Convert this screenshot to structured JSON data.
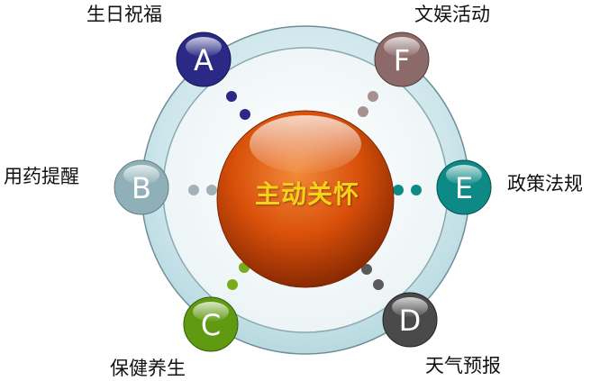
{
  "center": {
    "label": "主动关怀",
    "color": "#d9500a"
  },
  "nodes": [
    {
      "id": "A",
      "letter": "A",
      "label": "生日祝福",
      "color": "#2a2a86"
    },
    {
      "id": "B",
      "letter": "B",
      "label": "用药提醒",
      "color": "#8fb0b8"
    },
    {
      "id": "C",
      "letter": "C",
      "label": "保健养生",
      "color": "#5f9a10"
    },
    {
      "id": "D",
      "letter": "D",
      "label": "天气预报",
      "color": "#4a4a4a"
    },
    {
      "id": "E",
      "letter": "E",
      "label": "政策法规",
      "color": "#0e8a86"
    },
    {
      "id": "F",
      "letter": "F",
      "label": "文娱活动",
      "color": "#8c6a6a"
    }
  ]
}
